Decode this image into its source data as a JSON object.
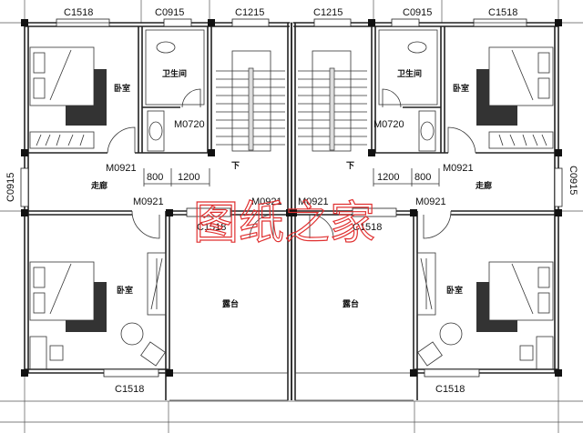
{
  "plan": {
    "windows": {
      "c1518": "C1518",
      "c0915": "C0915",
      "c1215": "C1215"
    },
    "doors": {
      "m0921": "M0921",
      "m0720": "M0720"
    },
    "dims": {
      "d800": "800",
      "d1200": "1200"
    },
    "rooms": {
      "bedroom": "卧室",
      "bathroom": "卫生间",
      "corridor": "走廊",
      "terrace": "露台",
      "down": "下"
    },
    "watermark": "图纸之家",
    "colors": {
      "walls": "#222222",
      "watermark": "#e03030"
    }
  }
}
